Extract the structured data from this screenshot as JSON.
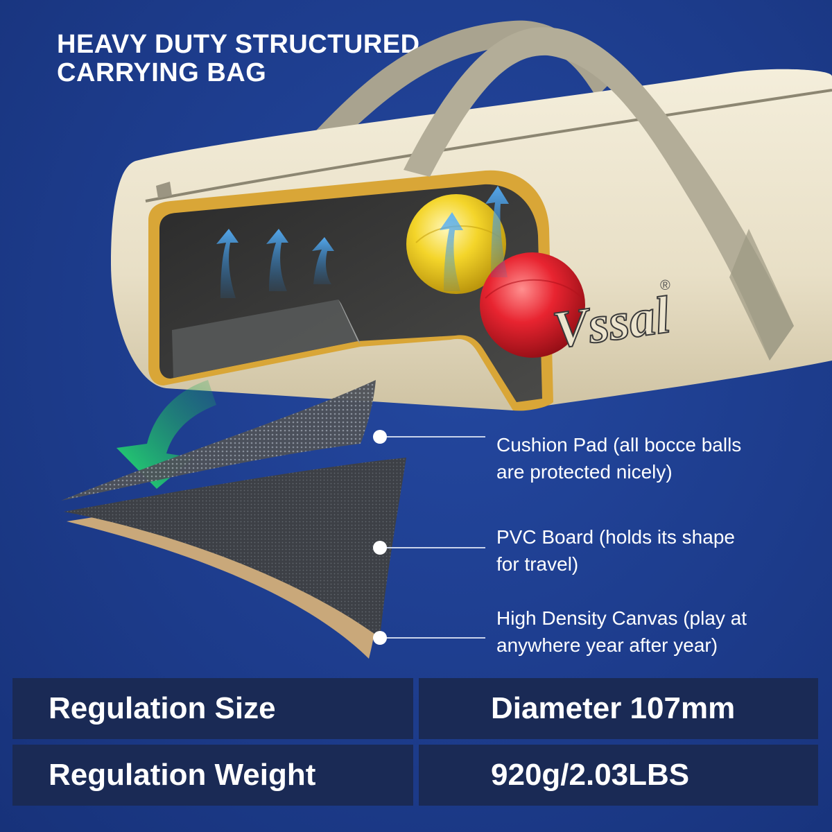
{
  "headline": {
    "line1": "HEAVY DUTY STRUCTURED",
    "line2": "CARRYING BAG"
  },
  "brand": {
    "logo_text": "Vssal",
    "registered_mark": "®"
  },
  "callouts": [
    {
      "line1": "Cushion Pad (all bocce balls",
      "line2": "are protected nicely)"
    },
    {
      "line1": "PVC Board (holds its shape",
      "line2": "for travel)"
    },
    {
      "line1": "High Density Canvas (play at",
      "line2": "anywhere year after year)"
    }
  ],
  "specs": [
    {
      "label": "Regulation Size",
      "value": "Diameter 107mm"
    },
    {
      "label": "Regulation Weight",
      "value": "920g/2.03LBS"
    }
  ],
  "colors": {
    "background": "#1c3a86",
    "bag_canvas": "#ece4cd",
    "strap": "#b3ad98",
    "bag_trim": "#d9a637",
    "spec_panel": "#1a2a55",
    "arrow_green": "#22d46a",
    "ball_yellow": "#f1d024",
    "ball_red": "#e3202a"
  }
}
